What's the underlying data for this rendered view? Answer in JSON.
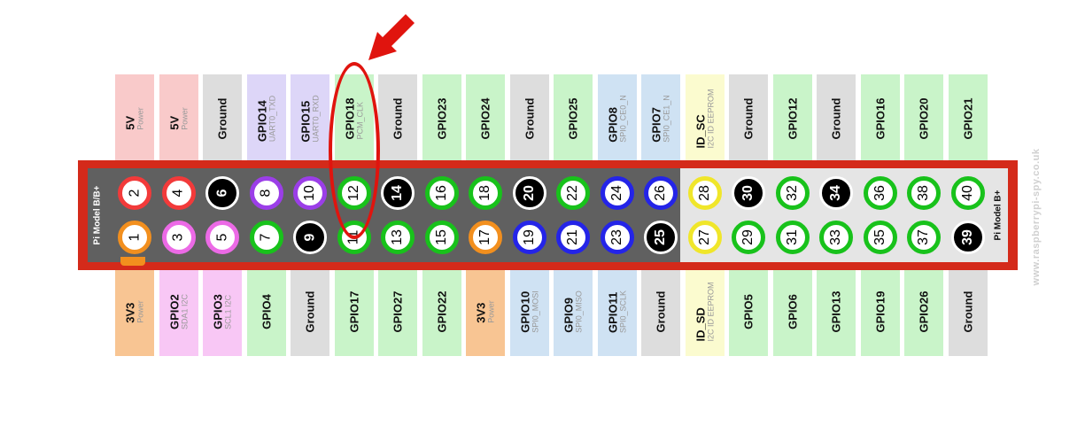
{
  "colors": {
    "power5v": "#f9caca",
    "power3v3": "#f8c593",
    "ground": "#dddddd",
    "gpio": "#c9f4c9",
    "i2c": "#f8c7f5",
    "uart": "#ddd6f8",
    "spi": "#cfe2f3",
    "eeprom": "#fbfbcf",
    "ring_5v": "#f23a3a",
    "ring_3v3": "#f28f1e",
    "ring_i2c": "#ec6ae6",
    "ring_uart": "#9b3ee8",
    "ring_gpio": "#18c21b",
    "ring_spi": "#2424e8",
    "ring_eeprom": "#f0e62a",
    "ring_ground": "#000000",
    "highlight": "#e0140e"
  },
  "board": {
    "left_label": "Pi Model B/B+",
    "right_label": "Pi Model B+"
  },
  "watermark": "www.raspberrypi-spy.co.uk",
  "top_labels": [
    {
      "name": "5V",
      "sub": "Power",
      "type": "power5v"
    },
    {
      "name": "5V",
      "sub": "Power",
      "type": "power5v"
    },
    {
      "name": "Ground",
      "sub": "",
      "type": "ground"
    },
    {
      "name": "GPIO14",
      "sub": "UART0_TXD",
      "type": "uart"
    },
    {
      "name": "GPIO15",
      "sub": "UART0_RXD",
      "type": "uart"
    },
    {
      "name": "GPIO18",
      "sub": "PCM_CLK",
      "type": "gpio"
    },
    {
      "name": "Ground",
      "sub": "",
      "type": "ground"
    },
    {
      "name": "GPIO23",
      "sub": "",
      "type": "gpio"
    },
    {
      "name": "GPIO24",
      "sub": "",
      "type": "gpio"
    },
    {
      "name": "Ground",
      "sub": "",
      "type": "ground"
    },
    {
      "name": "GPIO25",
      "sub": "",
      "type": "gpio"
    },
    {
      "name": "GPIO8",
      "sub": "SPI0_CE0_N",
      "type": "spi"
    },
    {
      "name": "GPIO7",
      "sub": "SPI0_CE1_N",
      "type": "spi"
    },
    {
      "name": "ID_SC",
      "sub": "I2C ID EEPROM",
      "type": "eeprom"
    },
    {
      "name": "Ground",
      "sub": "",
      "type": "ground"
    },
    {
      "name": "GPIO12",
      "sub": "",
      "type": "gpio"
    },
    {
      "name": "Ground",
      "sub": "",
      "type": "ground"
    },
    {
      "name": "GPIO16",
      "sub": "",
      "type": "gpio"
    },
    {
      "name": "GPIO20",
      "sub": "",
      "type": "gpio"
    },
    {
      "name": "GPIO21",
      "sub": "",
      "type": "gpio"
    }
  ],
  "bottom_labels": [
    {
      "name": "3V3",
      "sub": "Power",
      "type": "power3v3"
    },
    {
      "name": "GPIO2",
      "sub": "SDA1 I2C",
      "type": "i2c"
    },
    {
      "name": "GPIO3",
      "sub": "SCL1 I2C",
      "type": "i2c"
    },
    {
      "name": "GPIO4",
      "sub": "",
      "type": "gpio"
    },
    {
      "name": "Ground",
      "sub": "",
      "type": "ground"
    },
    {
      "name": "GPIO17",
      "sub": "",
      "type": "gpio"
    },
    {
      "name": "GPIO27",
      "sub": "",
      "type": "gpio"
    },
    {
      "name": "GPIO22",
      "sub": "",
      "type": "gpio"
    },
    {
      "name": "3V3",
      "sub": "Power",
      "type": "power3v3"
    },
    {
      "name": "GPIO10",
      "sub": "SPI0_MOSI",
      "type": "spi"
    },
    {
      "name": "GPIO9",
      "sub": "SPI0_MISO",
      "type": "spi"
    },
    {
      "name": "GPIO11",
      "sub": "SPI0_SCLK",
      "type": "spi"
    },
    {
      "name": "Ground",
      "sub": "",
      "type": "ground"
    },
    {
      "name": "ID_SD",
      "sub": "I2C ID EEPROM",
      "type": "eeprom"
    },
    {
      "name": "GPIO5",
      "sub": "",
      "type": "gpio"
    },
    {
      "name": "GPIO6",
      "sub": "",
      "type": "gpio"
    },
    {
      "name": "GPIO13",
      "sub": "",
      "type": "gpio"
    },
    {
      "name": "GPIO19",
      "sub": "",
      "type": "gpio"
    },
    {
      "name": "GPIO26",
      "sub": "",
      "type": "gpio"
    },
    {
      "name": "Ground",
      "sub": "",
      "type": "ground"
    }
  ],
  "top_pins": [
    {
      "num": "2",
      "type": "5v"
    },
    {
      "num": "4",
      "type": "5v"
    },
    {
      "num": "6",
      "type": "ground"
    },
    {
      "num": "8",
      "type": "uart"
    },
    {
      "num": "10",
      "type": "uart"
    },
    {
      "num": "12",
      "type": "gpio"
    },
    {
      "num": "14",
      "type": "ground"
    },
    {
      "num": "16",
      "type": "gpio"
    },
    {
      "num": "18",
      "type": "gpio"
    },
    {
      "num": "20",
      "type": "ground"
    },
    {
      "num": "22",
      "type": "gpio"
    },
    {
      "num": "24",
      "type": "spi"
    },
    {
      "num": "26",
      "type": "spi"
    },
    {
      "num": "28",
      "type": "eeprom"
    },
    {
      "num": "30",
      "type": "ground"
    },
    {
      "num": "32",
      "type": "gpio"
    },
    {
      "num": "34",
      "type": "ground"
    },
    {
      "num": "36",
      "type": "gpio"
    },
    {
      "num": "38",
      "type": "gpio"
    },
    {
      "num": "40",
      "type": "gpio"
    }
  ],
  "bottom_pins": [
    {
      "num": "1",
      "type": "3v3"
    },
    {
      "num": "3",
      "type": "i2c"
    },
    {
      "num": "5",
      "type": "i2c"
    },
    {
      "num": "7",
      "type": "gpio"
    },
    {
      "num": "9",
      "type": "ground"
    },
    {
      "num": "11",
      "type": "gpio"
    },
    {
      "num": "13",
      "type": "gpio"
    },
    {
      "num": "15",
      "type": "gpio"
    },
    {
      "num": "17",
      "type": "3v3"
    },
    {
      "num": "19",
      "type": "spi"
    },
    {
      "num": "21",
      "type": "spi"
    },
    {
      "num": "23",
      "type": "spi"
    },
    {
      "num": "25",
      "type": "ground"
    },
    {
      "num": "27",
      "type": "eeprom"
    },
    {
      "num": "29",
      "type": "gpio"
    },
    {
      "num": "31",
      "type": "gpio"
    },
    {
      "num": "33",
      "type": "gpio"
    },
    {
      "num": "35",
      "type": "gpio"
    },
    {
      "num": "37",
      "type": "gpio"
    },
    {
      "num": "39",
      "type": "ground"
    }
  ]
}
